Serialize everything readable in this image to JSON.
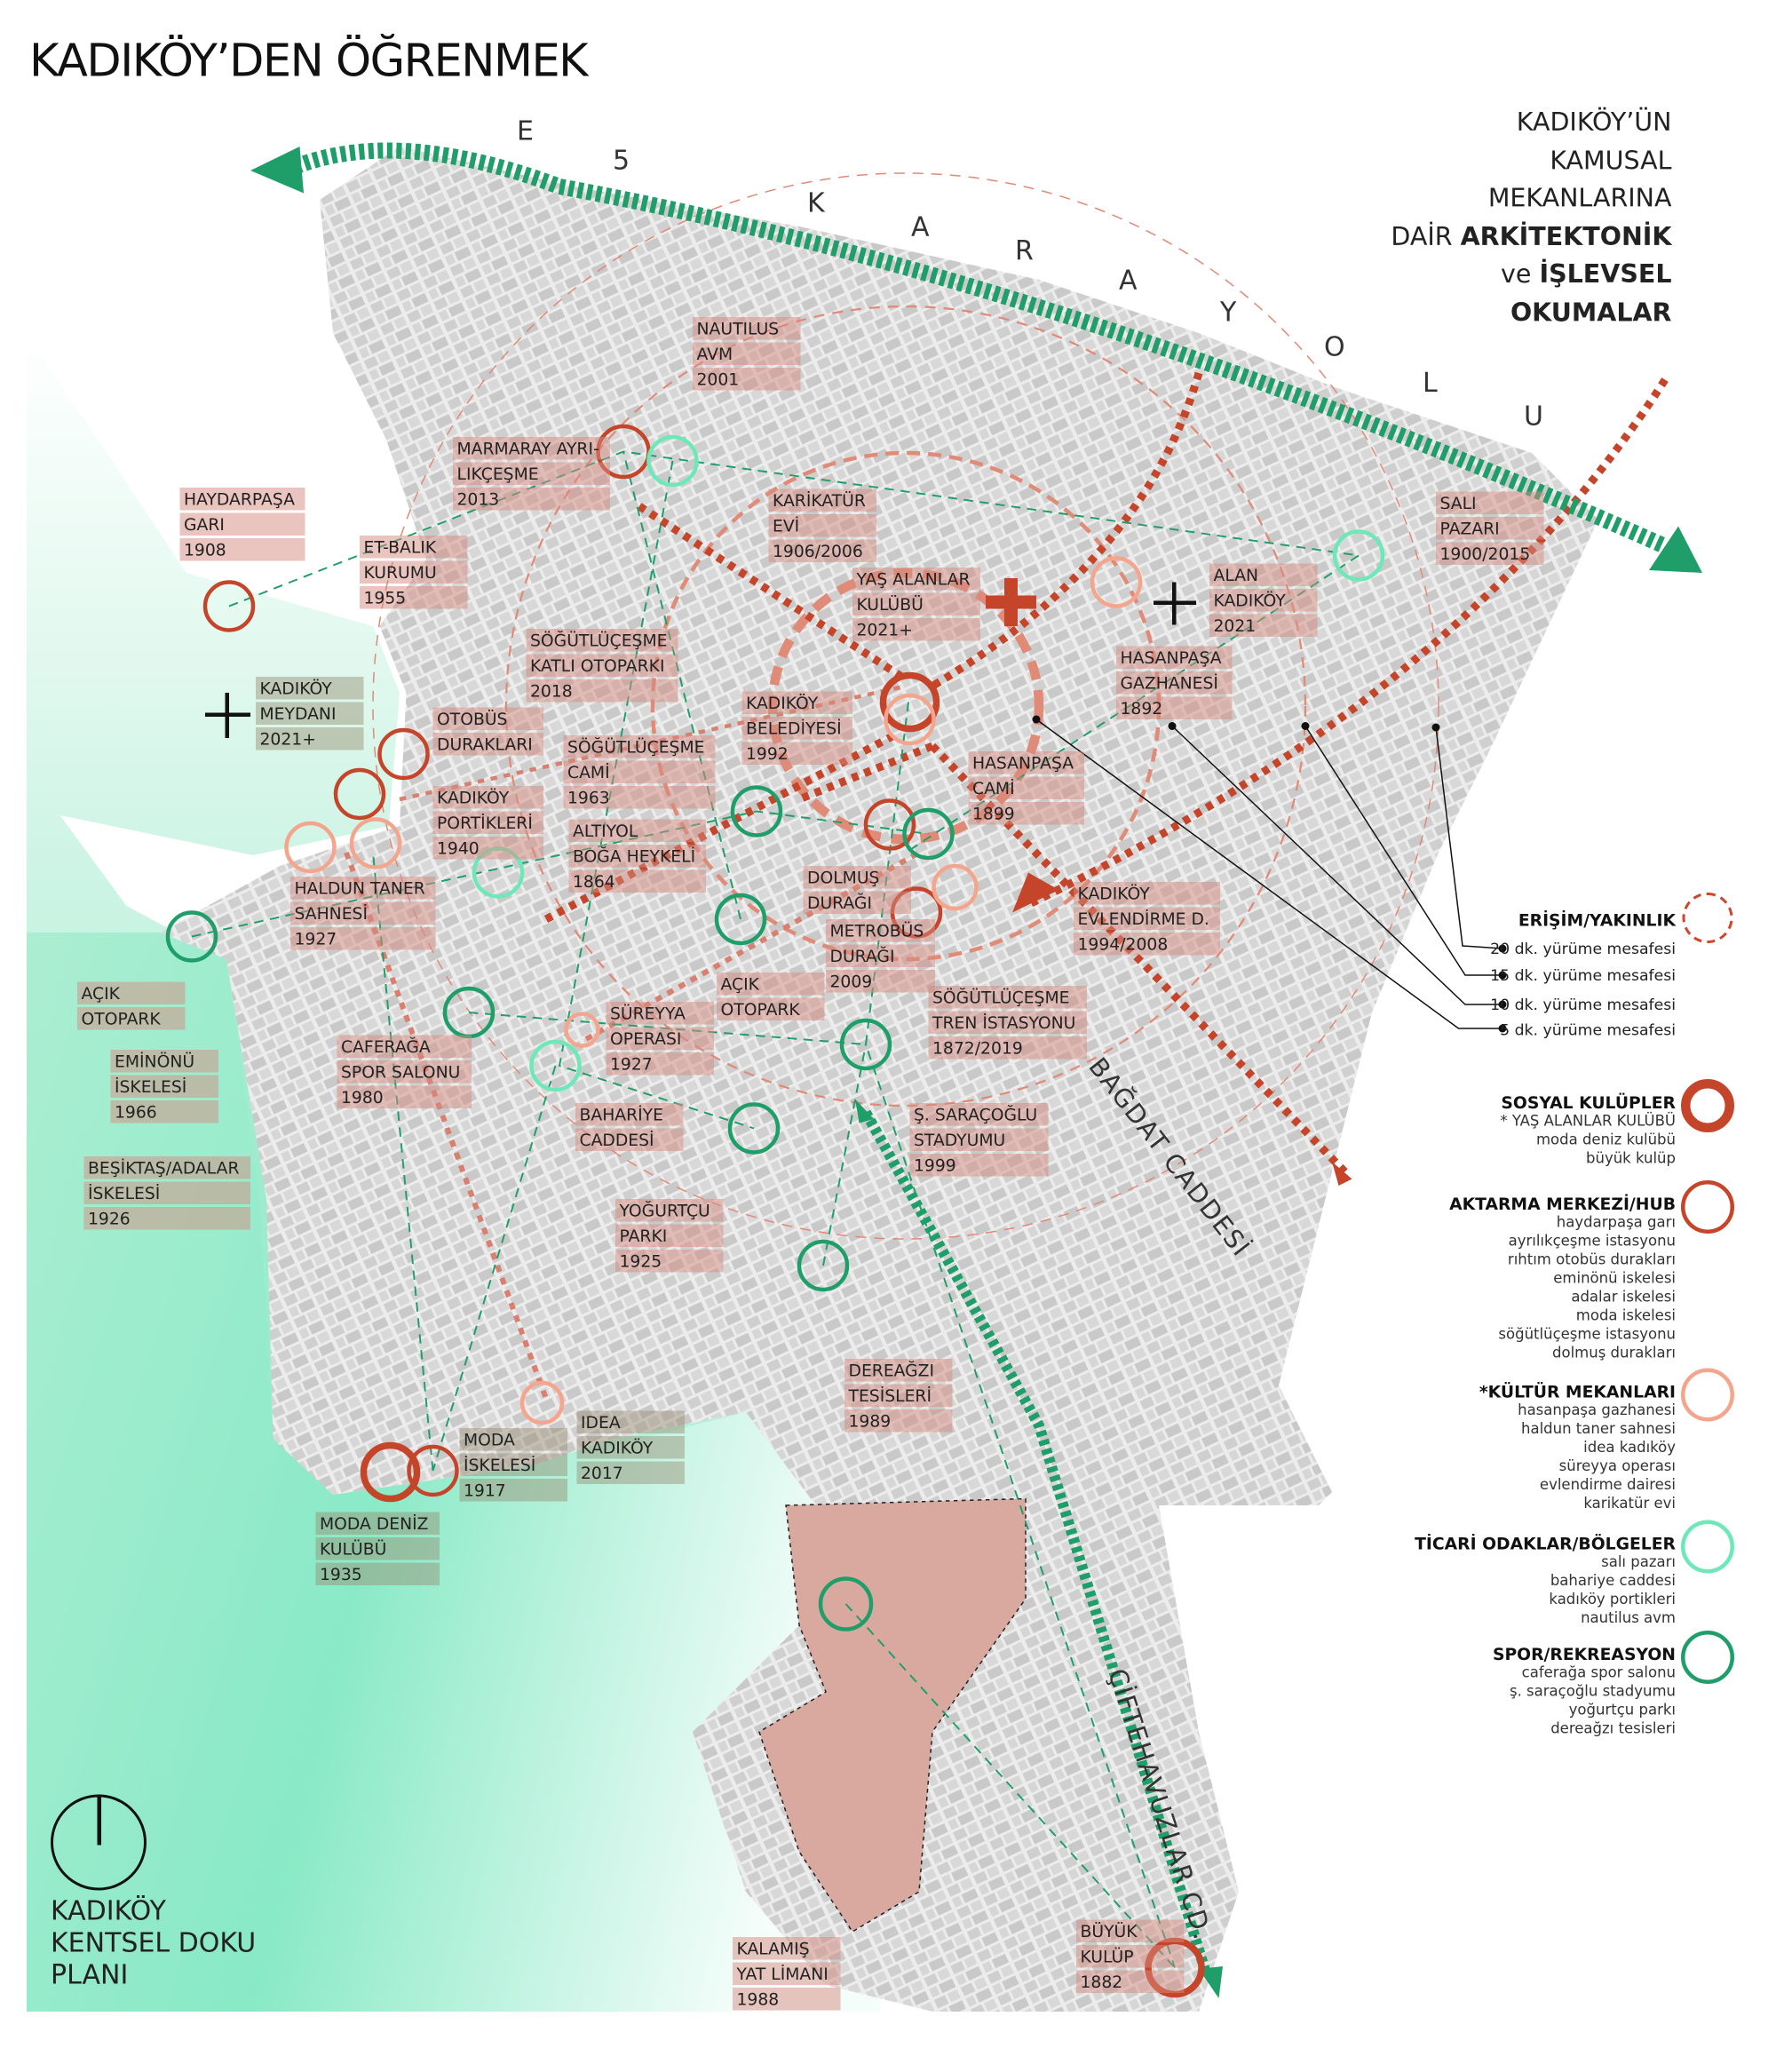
{
  "header": {
    "title": "KADIKÖY’DEN ÖĞRENMEK",
    "subtitle_lines": [
      "KADIKÖY’ÜN",
      "KAMUSAL",
      "MEKANLARINA"
    ],
    "subtitle_line4_prefix": "DAİR ",
    "subtitle_line4_bold": "ARKİTEKTONİK",
    "subtitle_line5_prefix": "ve ",
    "subtitle_line5_bold": "İŞLEVSEL",
    "subtitle_line6_bold": "OKUMALAR"
  },
  "roads": {
    "e5_letters": [
      "E",
      "5",
      "K",
      "A",
      "R",
      "A",
      "Y",
      "O",
      "L",
      "U"
    ],
    "bagdat": "BAĞDAT CADDESİ",
    "ciftehavuzlar": "ÇİFTEHAVUZLAR CD."
  },
  "places": [
    {
      "lines": [
        "NAUTILUS",
        "AVM",
        "2001"
      ]
    },
    {
      "lines": [
        "MARMARAY AYRI-",
        "LIKÇEŞME",
        "2013"
      ]
    },
    {
      "lines": [
        "HAYDARPAŞA",
        "GARI",
        "1908"
      ]
    },
    {
      "lines": [
        "ET-BALIK",
        "KURUMU",
        "1955"
      ]
    },
    {
      "lines": [
        "KARİKATÜR",
        "EVİ",
        "1906/2006"
      ]
    },
    {
      "lines": [
        "YAŞ ALANLAR",
        "KULÜBÜ",
        "2021+"
      ]
    },
    {
      "lines": [
        "SALI",
        "PAZARI",
        "1900/2015"
      ]
    },
    {
      "lines": [
        "ALAN",
        "KADIKÖY",
        "2021"
      ]
    },
    {
      "lines": [
        "HASANPAŞA",
        "GAZHANESİ",
        "1892"
      ]
    },
    {
      "lines": [
        "SÖĞÜTLÜÇEŞME",
        "KATLI OTOPARKI",
        "2018"
      ]
    },
    {
      "lines": [
        "KADIKÖY",
        "MEYDANI",
        "2021+"
      ]
    },
    {
      "lines": [
        "OTOBÜS",
        "DURAKLARI"
      ]
    },
    {
      "lines": [
        "KADIKÖY",
        "BELEDİYESİ",
        "1992"
      ]
    },
    {
      "lines": [
        "SÖĞÜTLÜÇEŞME",
        "CAMİ",
        "1963"
      ]
    },
    {
      "lines": [
        "HASANPAŞA",
        "CAMİ",
        "1899"
      ]
    },
    {
      "lines": [
        "KADIKÖY",
        "PORTİKLERİ",
        "1940"
      ]
    },
    {
      "lines": [
        "ALTIYOL",
        "BOĞA HEYKELİ",
        "1864"
      ]
    },
    {
      "lines": [
        "DOLMUŞ",
        "DURAĞI"
      ]
    },
    {
      "lines": [
        "HALDUN TANER",
        "SAHNESİ",
        "1927"
      ]
    },
    {
      "lines": [
        "KADIKÖY",
        "EVLENDİRME D.",
        "1994/2008"
      ]
    },
    {
      "lines": [
        "METROBÜS",
        "DURAĞI",
        "2009"
      ]
    },
    {
      "lines": [
        "AÇIK",
        "OTOPARK"
      ]
    },
    {
      "lines": [
        "AÇIK",
        "OTOPARK"
      ]
    },
    {
      "lines": [
        "SÖĞÜTLÜÇEŞME",
        "TREN İSTASYONU",
        "1872/2019"
      ]
    },
    {
      "lines": [
        "SÜREYYA",
        "OPERASI",
        "1927"
      ]
    },
    {
      "lines": [
        "EMİNÖNÜ",
        "İSKELESİ",
        "1966"
      ]
    },
    {
      "lines": [
        "CAFERAĞA",
        "SPOR SALONU",
        "1980"
      ]
    },
    {
      "lines": [
        "BAHARİYE",
        "CADDESİ"
      ]
    },
    {
      "lines": [
        "Ş. SARAÇOĞLU",
        "STADYUMU",
        "1999"
      ]
    },
    {
      "lines": [
        "BEŞİKTAŞ/ADALAR",
        "İSKELESİ",
        "1926"
      ]
    },
    {
      "lines": [
        "YOĞURTÇU",
        "PARKI",
        "1925"
      ]
    },
    {
      "lines": [
        "DEREAĞZI",
        "TESİSLERİ",
        "1989"
      ]
    },
    {
      "lines": [
        "IDEA",
        "KADIKÖY",
        "2017"
      ]
    },
    {
      "lines": [
        "MODA",
        "İSKELESİ",
        "1917"
      ]
    },
    {
      "lines": [
        "MODA DENİZ",
        "KULÜBÜ",
        "1935"
      ]
    },
    {
      "lines": [
        "KALAMIŞ",
        "YAT LİMANI",
        "1988"
      ]
    },
    {
      "lines": [
        "BÜYÜK",
        "KULÜP",
        "1882"
      ]
    }
  ],
  "legend": {
    "access": {
      "title": "ERİŞİM/YAKINLIK",
      "items": [
        "20 dk. yürüme mesafesi",
        "15 dk. yürüme mesafesi",
        "10 dk. yürüme mesafesi",
        "5 dk. yürüme mesafesi"
      ],
      "color": "#d0452c"
    },
    "categories": [
      {
        "title": "SOSYAL KULÜPLER",
        "items": [
          "* YAŞ ALANLAR KULÜBÜ",
          "moda deniz kulübü",
          "büyük kulüp"
        ],
        "color": "#c4452a"
      },
      {
        "title": "AKTARMA MERKEZİ/HUB",
        "items": [
          "haydarpaşa garı",
          "ayrılıkçeşme istasyonu",
          "rıhtım otobüs durakları",
          "eminönü iskelesi",
          "adalar iskelesi",
          "moda iskelesi",
          "söğütlüçeşme istasyonu",
          "dolmuş durakları"
        ],
        "color": "#c4452a"
      },
      {
        "title": "*KÜLTÜR MEKANLARI",
        "items": [
          "hasanpaşa gazhanesi",
          "haldun taner sahnesi",
          "idea kadıköy",
          "süreyya operası",
          "evlendirme dairesi",
          "karikatür evi"
        ],
        "color": "#f4a58e"
      },
      {
        "title": "TİCARİ ODAKLAR/BÖLGELER",
        "items": [
          "salı pazarı",
          "bahariye caddesi",
          "kadıköy portikleri",
          "nautilus avm"
        ],
        "color": "#6ee8b8"
      },
      {
        "title": "SPOR/REKREASYON",
        "items": [
          "caferağa spor salonu",
          "ş. saraçoğlu stadyumu",
          "yoğurtçu parkı",
          "dereağzı tesisleri"
        ],
        "color": "#1f9e6a"
      }
    ]
  },
  "plan": {
    "lines": [
      "KADIKÖY",
      "KENTSEL DOKU",
      "PLANI"
    ]
  },
  "colors": {
    "sea": "#7fe8c4",
    "route_green": "#1f9e6a",
    "route_red": "#c4452a",
    "label_bg": "#d68c80",
    "land": "#dcdcdc"
  }
}
